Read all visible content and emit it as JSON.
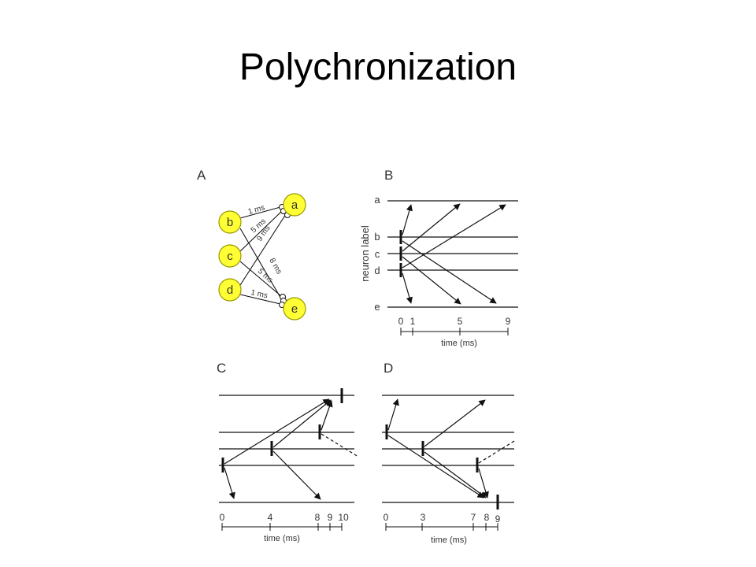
{
  "slide": {
    "title": "Polychronization"
  },
  "colors": {
    "neuron_fill": "#ffff33",
    "neuron_stroke": "#999900",
    "line": "#111111"
  },
  "panelA": {
    "label": "A",
    "neurons": {
      "a": "a",
      "b": "b",
      "c": "c",
      "d": "d",
      "e": "e"
    },
    "delays": {
      "b_a": "1 ms",
      "c_a": "5 ms",
      "d_a": "9 ms",
      "b_e": "8 ms",
      "c_e": "5 ms",
      "d_e": "1 ms"
    }
  },
  "panelB": {
    "label": "B",
    "ylabel": "neuron label",
    "xlabel": "time (ms)",
    "rows": [
      "a",
      "b",
      "c",
      "d",
      "e"
    ],
    "ticks": [
      "0",
      "1",
      "5",
      "9"
    ]
  },
  "panelC": {
    "label": "C",
    "xlabel": "time (ms)",
    "ticks": [
      "0",
      "4",
      "8",
      "9",
      "10"
    ]
  },
  "panelD": {
    "label": "D",
    "xlabel": "time (ms)",
    "ticks": [
      "0",
      "3",
      "7",
      "8",
      "9"
    ]
  }
}
